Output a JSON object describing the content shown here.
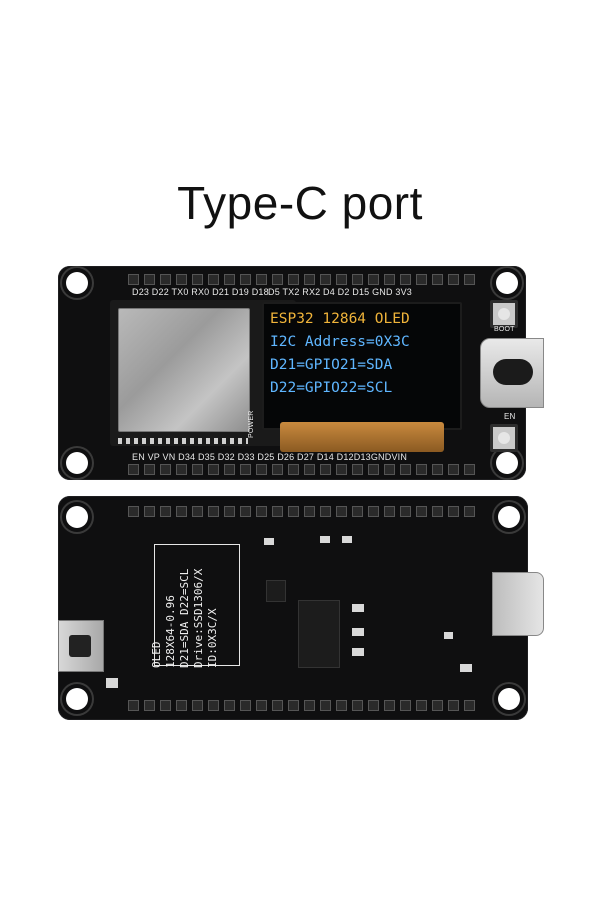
{
  "title": "Type-C port",
  "front": {
    "top_pins": "D23 D22 TX0 RX0 D21 D19 D18",
    "top_pins_right": "D5  TX2  RX2  D4  D2 D15  GND 3V3",
    "bottom_pins": "EN   VP  VN   D34  D35 D32  D33 D25 D26 D27 D14 D12D13GNDVIN",
    "boot_label": "BOOT",
    "en_label": "EN",
    "power_label": "POWER",
    "oled_lines": [
      "ESP32 12864 OLED",
      "I2C Address=0X3C",
      "D21=GPIO21=SDA",
      "D22=GPIO22=SCL"
    ]
  },
  "back": {
    "label_lines": "OLED\n128X64-0.96\nD21=SDA D22=SCL\nDrive:SSD1306/X\nID:0X3C/X"
  },
  "colors": {
    "oled_yellow": "#f0b43a",
    "oled_blue": "#5fb6ff",
    "pcb": "#0f0f10"
  }
}
